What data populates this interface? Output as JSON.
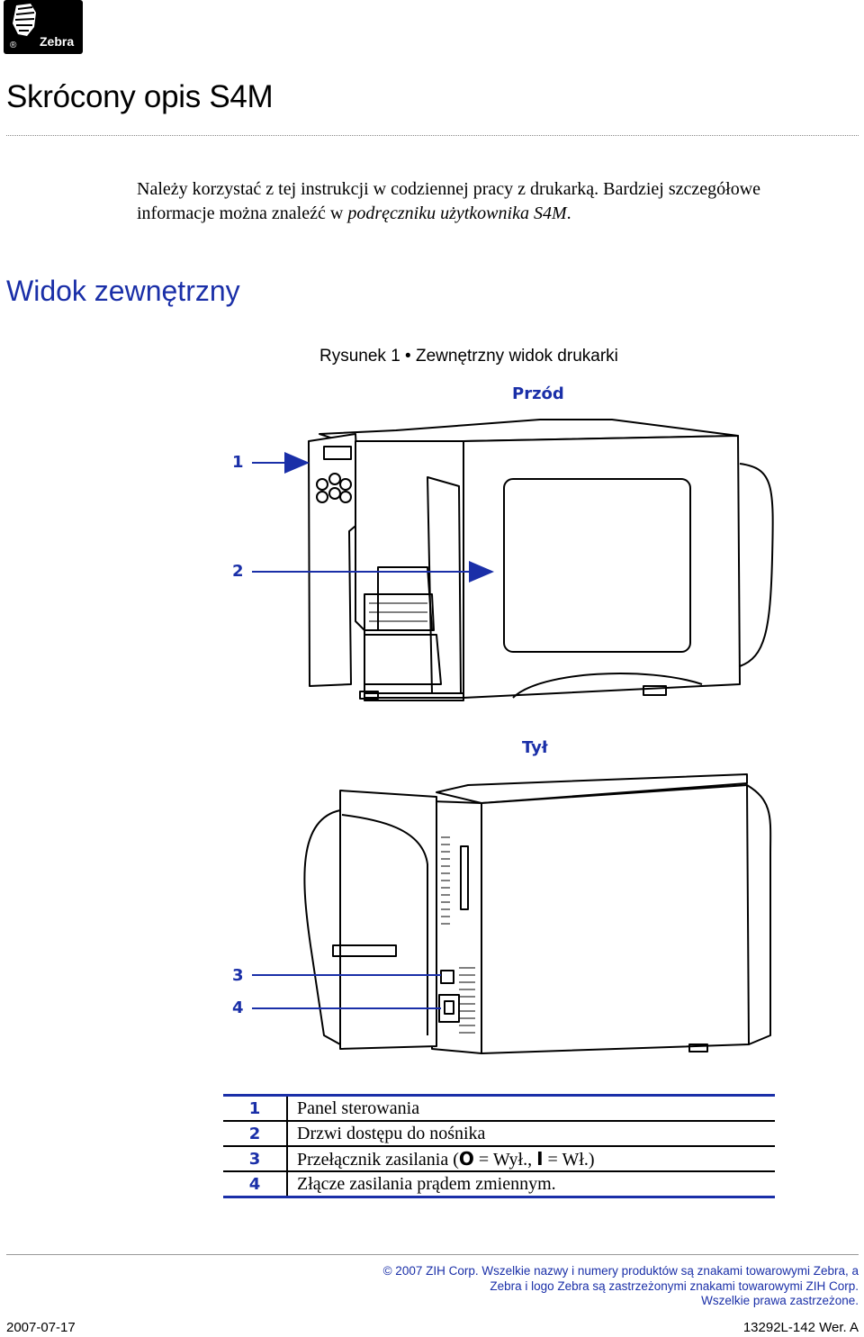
{
  "brand": {
    "logo_text": "Zebra",
    "reg_mark": "®"
  },
  "title": "Skrócony opis S4M",
  "intro": {
    "text1": "Należy korzystać z tej instrukcji w codziennej pracy z drukarką. Bardziej szczegółowe informacje można znaleźć w ",
    "italic": "podręczniku użytkownika S4M",
    "text2": "."
  },
  "section_heading": "Widok zewnętrzny",
  "figure": {
    "caption": "Rysunek 1 • Zewnętrzny widok drukarki",
    "front_label": "Przód",
    "rear_label": "Tył",
    "callouts": [
      "1",
      "2",
      "3",
      "4"
    ]
  },
  "legend": [
    {
      "num": "1",
      "text": "Panel sterowania"
    },
    {
      "num": "2",
      "text": "Drzwi dostępu do nośnika"
    },
    {
      "num": "3",
      "parts": [
        "Przełącznik zasilania (",
        "O",
        " = Wył., ",
        "I",
        " = Wł.)"
      ]
    },
    {
      "num": "4",
      "text": "Złącze zasilania prądem zmiennym."
    }
  ],
  "footer": {
    "copyright_lines": [
      "© 2007 ZIH Corp. Wszelkie nazwy i numery produktów są znakami towarowymi Zebra, a",
      "Zebra i logo Zebra są zastrzeżonymi znakami towarowymi ZIH Corp.",
      "Wszelkie prawa zastrzeżone."
    ],
    "date": "2007-07-17",
    "doc_number": "13292L-142 Wer. A"
  },
  "colors": {
    "accent": "#1a2fa8",
    "text": "#000000"
  }
}
